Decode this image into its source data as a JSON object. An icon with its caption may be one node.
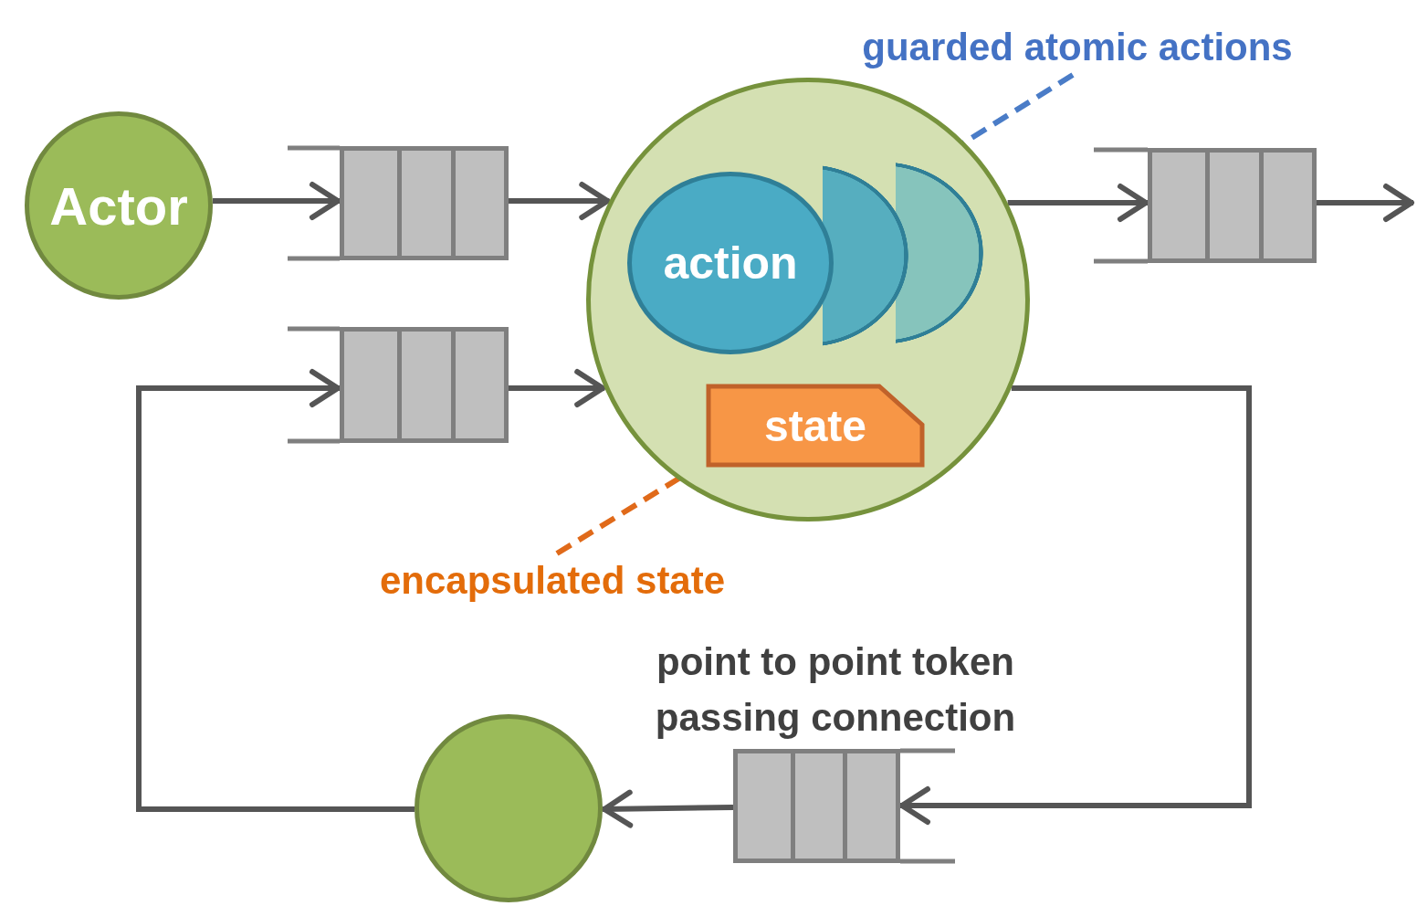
{
  "diagram": {
    "nodes": [
      {
        "text": [
          "Actor"
        ]
      },
      {
        "text": [],
        "shape": "box"
      },
      {
        "text": [],
        "shape": "box"
      },
      {
        "text": [],
        "shape": "circle"
      },
      {
        "text": [
          "action"
        ],
        "in": 3
      },
      {
        "text": [],
        "shape": "ellipse",
        "in": 3
      },
      {
        "text": [],
        "shape": "ellipse",
        "in": 3
      },
      {
        "text": [
          "state"
        ],
        "in": 3
      },
      {
        "text": [],
        "shape": "box"
      },
      {
        "text": [],
        "shape": "box"
      },
      {
        "text": [],
        "shape": "circle"
      },
      {
        "text": [
          "guarded atomic actions"
        ]
      },
      {
        "text": [
          "encapsulated state"
        ]
      }
    ],
    "edges": [
      {
        "from": 0,
        "to": 1,
        "arrow": "to"
      },
      {
        "from": 1,
        "to": 3,
        "arrow": "to"
      },
      {
        "from": 2,
        "to": 3,
        "arrow": "to"
      },
      {
        "from": 3,
        "to": 8,
        "arrow": "to"
      },
      {
        "from": 8,
        "to": null,
        "arrow": "to"
      },
      {
        "from": 3,
        "to": 9,
        "arrow": "to"
      },
      {
        "from": 9,
        "to": 10,
        "arrow": "to"
      },
      {
        "from": 10,
        "to": 2,
        "arrow": "to"
      },
      {
        "from": 11,
        "to": 6,
        "arrow": "none",
        "style": "dashed",
        "color": "#4a7cc7"
      },
      {
        "from": 12,
        "to": 7,
        "arrow": "none",
        "style": "dashed",
        "color": "#e06a1a"
      }
    ],
    "labels": [
      "point to point token passing connection"
    ]
  }
}
